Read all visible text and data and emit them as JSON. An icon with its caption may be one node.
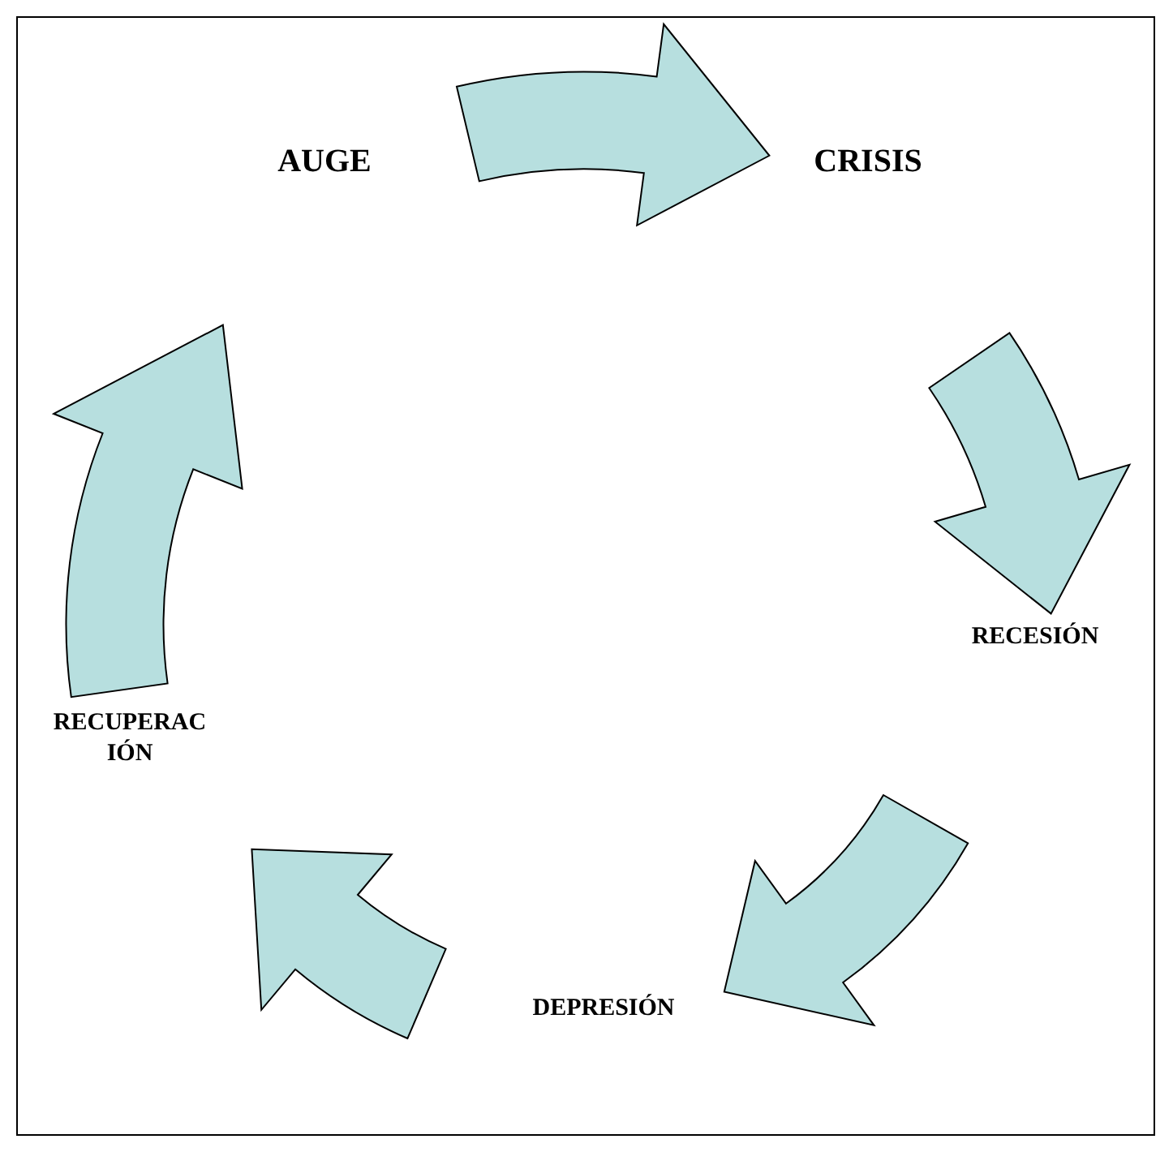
{
  "diagram": {
    "nodes": [
      {
        "text": [
          "AUGE"
        ]
      },
      {
        "text": [
          "CRISIS"
        ]
      },
      {
        "text": [
          "RECESIÓN"
        ]
      },
      {
        "text": [
          "DEPRESIÓN"
        ]
      },
      {
        "text": [
          "RECUPERACIÓN"
        ]
      }
    ],
    "edges": [
      {
        "from": 0,
        "to": 1,
        "arrow": "to"
      },
      {
        "from": 1,
        "to": 2,
        "arrow": "to"
      },
      {
        "from": 2,
        "to": 3,
        "arrow": "to"
      },
      {
        "from": 3,
        "to": 4,
        "arrow": "to"
      },
      {
        "from": 4,
        "to": 0,
        "arrow": "to"
      }
    ]
  }
}
